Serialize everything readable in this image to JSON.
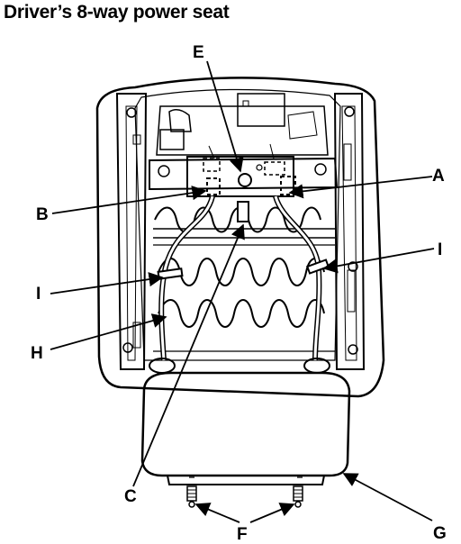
{
  "title": "Driver’s 8-way power seat",
  "callouts": {
    "A": "A",
    "B": "B",
    "C": "C",
    "E": "E",
    "F": "F",
    "G": "G",
    "H": "H",
    "I": "I"
  }
}
